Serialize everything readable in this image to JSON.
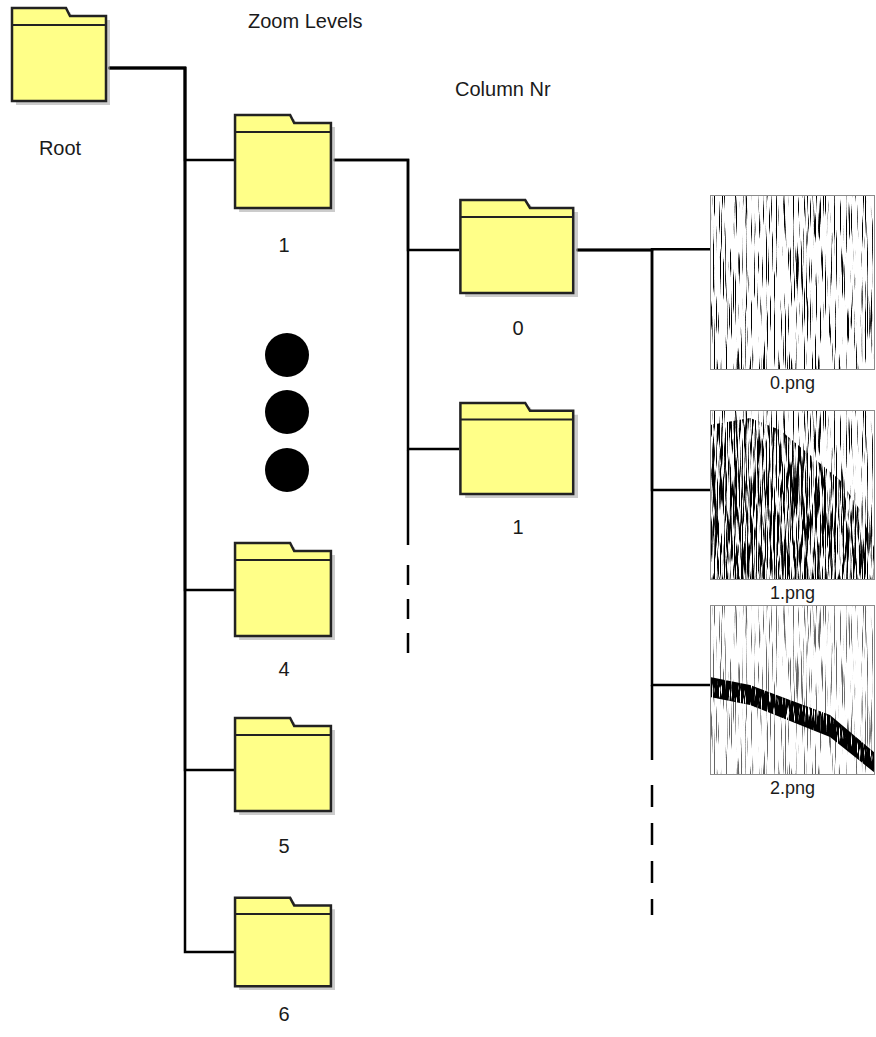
{
  "diagram": {
    "nodes": [
      {
        "text": [
          "Root"
        ]
      },
      {
        "text": [
          "1"
        ]
      },
      {
        "text": [
          "4"
        ]
      },
      {
        "text": [
          "5"
        ]
      },
      {
        "text": [
          "6"
        ]
      },
      {
        "text": [
          "0"
        ]
      },
      {
        "text": [
          "1"
        ]
      },
      {
        "text": [
          "0.png"
        ]
      },
      {
        "text": [
          "1.png"
        ]
      },
      {
        "text": [
          "2.png"
        ]
      }
    ],
    "edges": [
      {
        "from": 0,
        "to": 1,
        "arrow": "none"
      },
      {
        "from": 0,
        "to": 2,
        "arrow": "none"
      },
      {
        "from": 0,
        "to": 3,
        "arrow": "none"
      },
      {
        "from": 0,
        "to": 4,
        "arrow": "none"
      },
      {
        "from": 1,
        "to": 5,
        "arrow": "none"
      },
      {
        "from": 1,
        "to": 6,
        "arrow": "none"
      },
      {
        "from": 5,
        "to": 7,
        "arrow": "none"
      },
      {
        "from": 5,
        "to": 8,
        "arrow": "none"
      },
      {
        "from": 5,
        "to": 9,
        "arrow": "none"
      }
    ],
    "labels": [
      "Zoom Levels",
      "Column Nr"
    ]
  }
}
